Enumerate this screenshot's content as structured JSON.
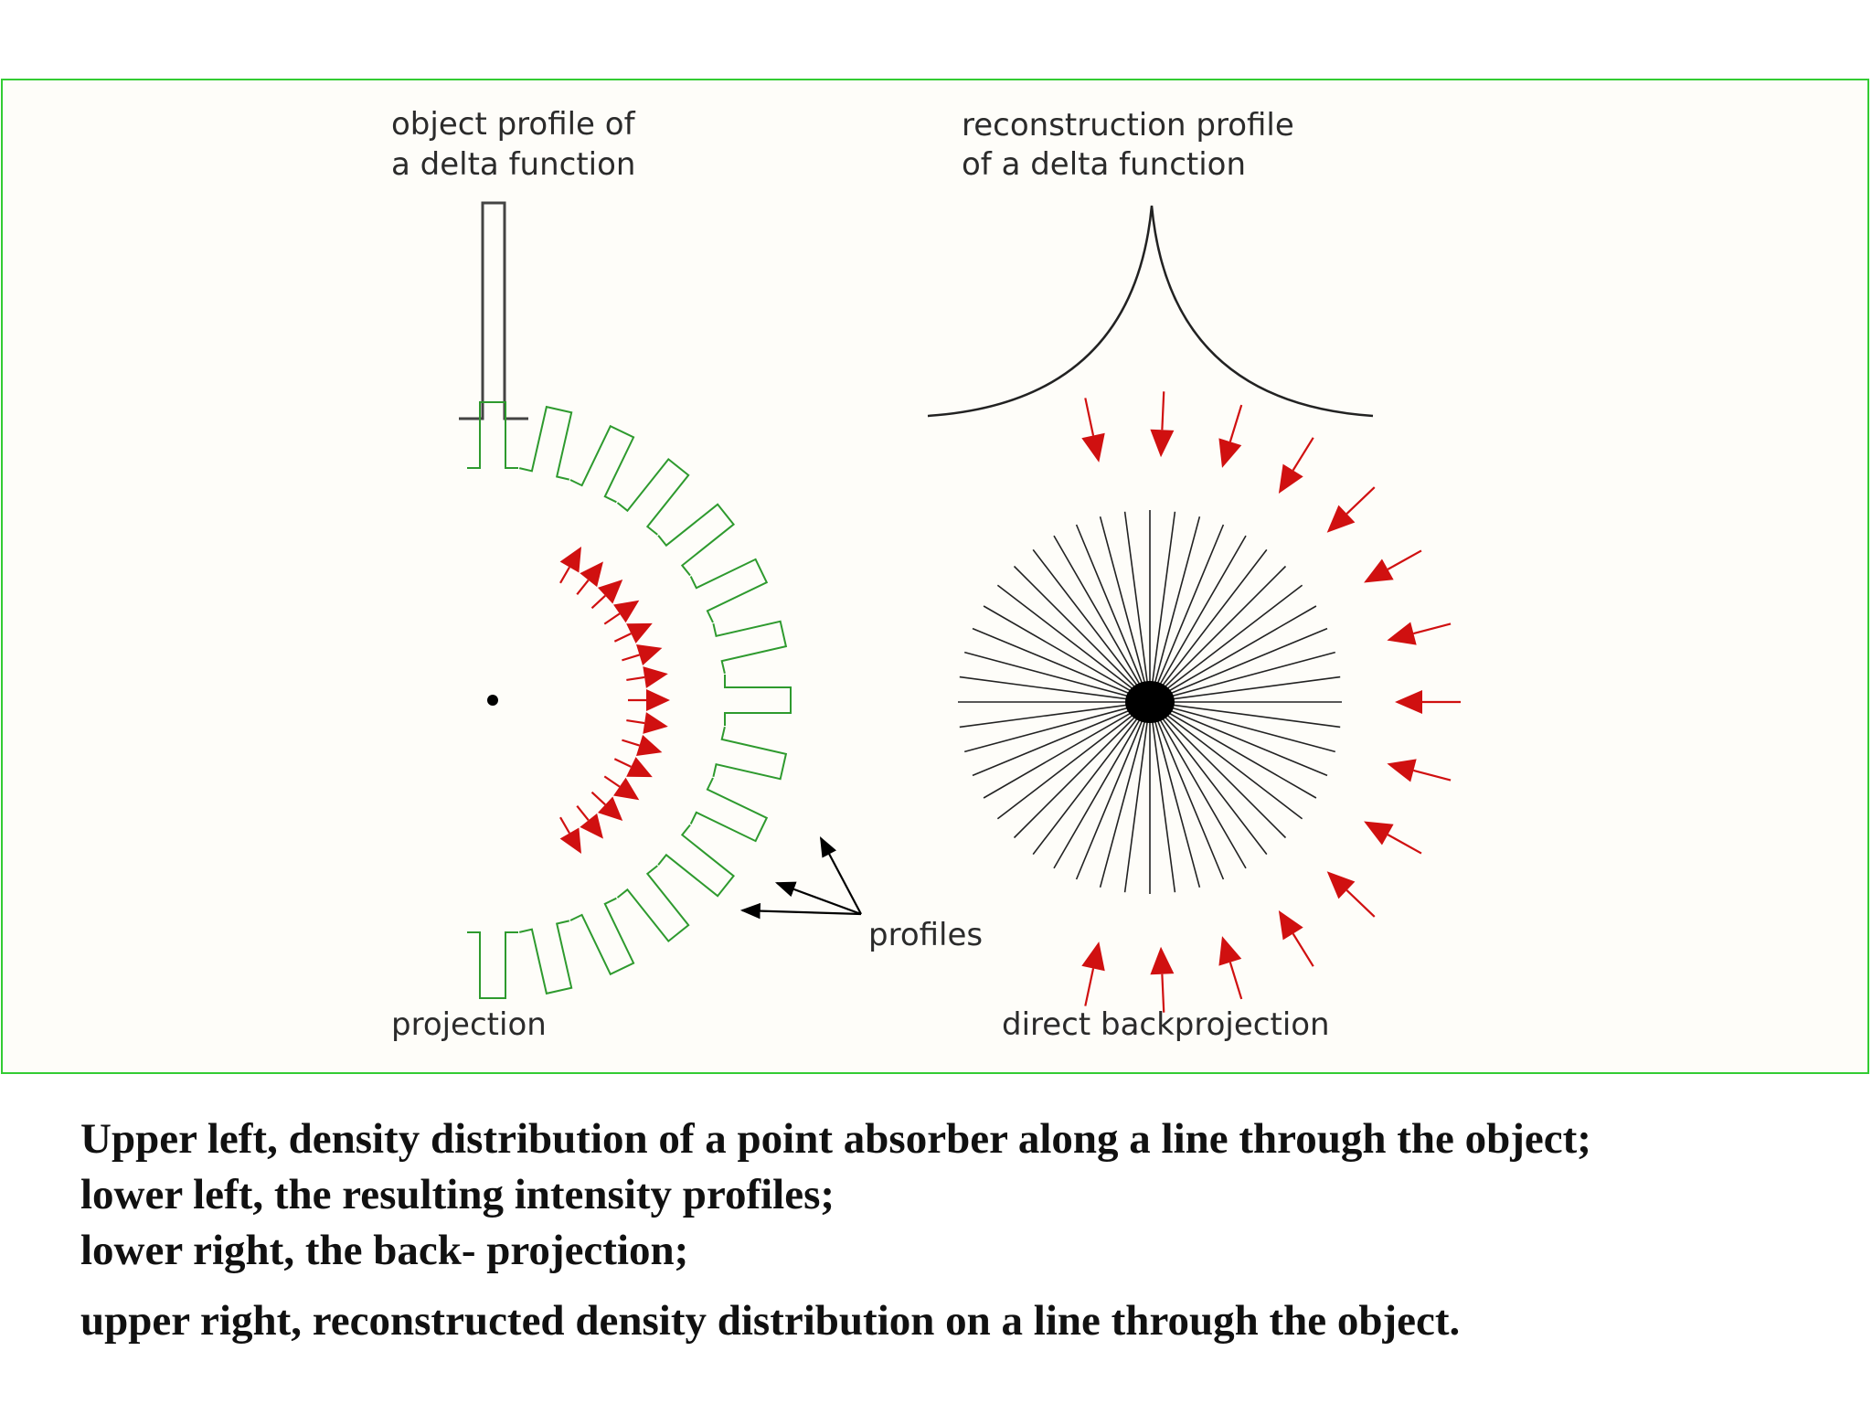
{
  "labels": {
    "object_profile_line1": "object profile of",
    "object_profile_line2": "a delta function",
    "recon_profile_line1": "reconstruction profile",
    "recon_profile_line2": "of a delta function",
    "profiles": "profiles",
    "projection": "projection",
    "direct_backprojection": "direct backprojection"
  },
  "caption": {
    "line1": "Upper left, density distribution of a point absorber along a line through the object;",
    "line2": "lower left, the resulting intensity profiles;",
    "line3": "lower right, the back- projection;",
    "line4": "upper right, reconstructed density distribution on a line through the object."
  },
  "colors": {
    "panel_border": "#33cc33",
    "profile_green": "#2e9a2e",
    "arrow_red": "#d01010",
    "arrow_black": "#000000",
    "line_black": "#222222"
  },
  "icons": {
    "red_arrows": "arrow-icon",
    "black_arrows": "arrow-icon"
  }
}
